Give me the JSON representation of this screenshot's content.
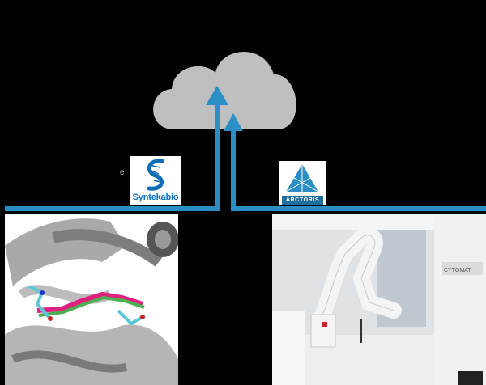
{
  "diagram": {
    "left_partner": {
      "name": "Syntekabio",
      "color": "#0e6fb6"
    },
    "right_partner": {
      "name": "ARCTORIS",
      "color": "#1f6e9e"
    },
    "stray_label": "e",
    "line_color": "#2b8fc6",
    "cloud_color": "#bfbfbf",
    "left_panel_icon": "protein-ligand-structure",
    "right_panel_icon": "robotic-lab-arm",
    "right_panel_text": "CYTOMAT"
  }
}
